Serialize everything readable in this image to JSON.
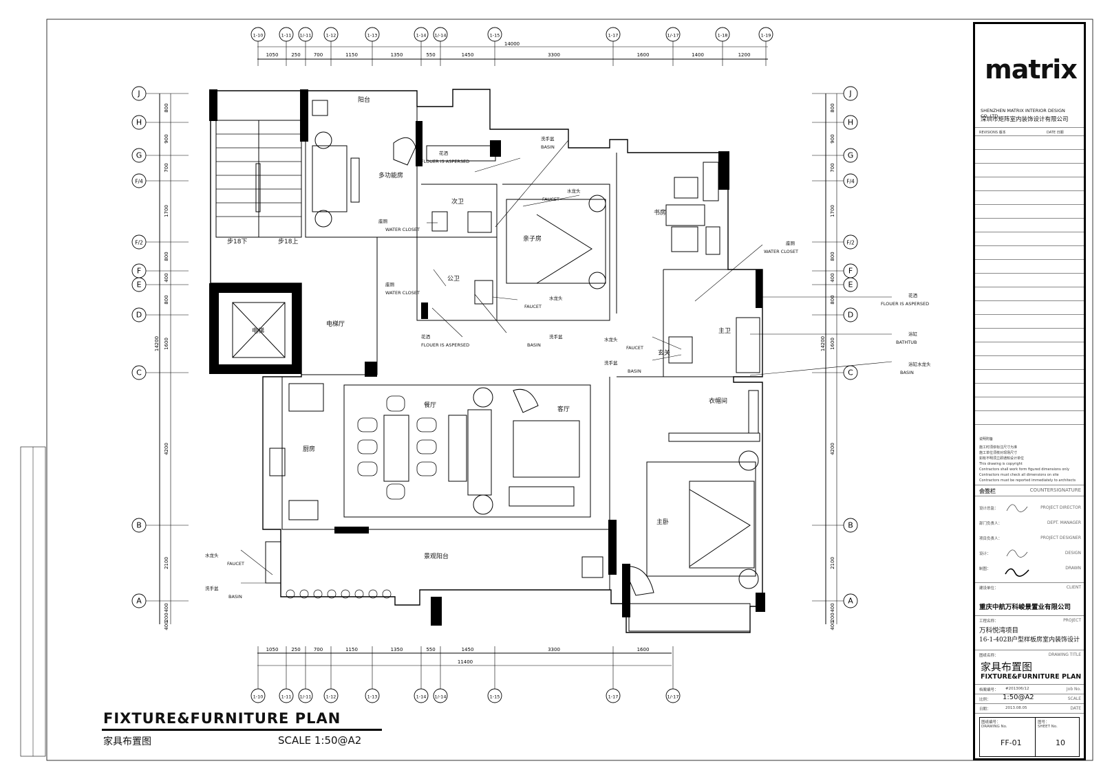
{
  "grid_top": [
    "1-10",
    "1-11",
    "1/-11",
    "1-12",
    "1-13",
    "1-14",
    "1/-14",
    "1-15",
    "1-17",
    "1/-17",
    "1-18",
    "1-19"
  ],
  "grid_bottom": [
    "1-10",
    "1-11",
    "1/-11",
    "1-12",
    "1-13",
    "1-14",
    "1/-14",
    "1-15",
    "1-17",
    "1/-17"
  ],
  "dims_top": [
    "1050",
    "250",
    "700",
    "1150",
    "1350",
    "550",
    "1450",
    "3300",
    "1600",
    "1400",
    "1200"
  ],
  "dims_top_total": "14000",
  "dims_bottom": [
    "1050",
    "250",
    "700",
    "1150",
    "1350",
    "550",
    "1450",
    "3300",
    "1600"
  ],
  "dims_bottom_total": "11400",
  "grid_rows": [
    "J",
    "H",
    "G",
    "F/4",
    "F/2",
    "F",
    "E",
    "D",
    "C",
    "B",
    "A"
  ],
  "dims_side": [
    "800",
    "900",
    "700",
    "1700",
    "800",
    "400",
    "800",
    "1600",
    "4200",
    "2100",
    "400",
    "200",
    "400"
  ],
  "dims_side_total": "14200",
  "rooms": {
    "balcony": "阳台",
    "multi_room": "多功能房",
    "second_bath": "次卫",
    "kids_room": "亲子房",
    "study": "书房",
    "stair_down": "步18下",
    "stair_up": "步18上",
    "public_bath": "公卫",
    "lift": "电梯",
    "lift_hall": "电梯厅",
    "foyer": "玄关",
    "master_bath": "主卫",
    "dining": "餐厅",
    "living": "客厅",
    "kitchen": "厨房",
    "closet": "衣帽间",
    "master_bed": "主卧",
    "view_balcony": "景观阳台"
  },
  "tags": {
    "basin": "BASIN",
    "basin_cn": "洗手盆",
    "faucet": "FAUCET",
    "faucet_cn": "水龙头",
    "wc": "WATER CLOSET",
    "wc_cn": "座厕",
    "flower": "FLOUER IS ASPERSED",
    "flower_cn": "花洒",
    "bathtub": "BATHTUB",
    "bathtub_cn": "浴缸",
    "tub_faucet_cn": "浴缸水龙头"
  },
  "titleblock": {
    "logo": "matrix",
    "company_en": "SHENZHEN MATRIX INTERIOR DESIGN CO.,LTD",
    "company_cn": "深圳市矩阵室内装饰设计有限公司",
    "rev_label": "REVISIONS 版本",
    "date_label": "DATE 日期",
    "notes_title": "说明附备",
    "notes": "施工时须依标注尺寸为准\n施工单位须核对现场尺寸\n如有不明须立即通知设计单位\nThis drawing is copyright\nContractors shall work form figured dimensions only\nContractors must check all dimensions on site\nContractors must be reported immediately to architects",
    "countersign_cn": "会签栏",
    "countersign_en": "COUNTERSIGNATURE",
    "r1_cn": "设计总监：",
    "r1_en": "PROJECT DIRECTOR",
    "r2_cn": "部门负责人：",
    "r2_en": "DEPT. MANAGER",
    "r3_cn": "项目负责人：",
    "r3_en": "PROJECT DESIGNER",
    "r4_cn": "设计：",
    "r4_en": "DESIGN",
    "r5_cn": "制图：",
    "r5_en": "DRAWN",
    "client_cn": "建设单位：",
    "client_en": "CLIENT",
    "client": "重庆中航万科峻景置业有限公司",
    "project_cn": "工程名称：",
    "project_en": "PROJECT",
    "project1": "万科悦湾项目",
    "project2": "16-1-402B户型样板房室内装饰设计",
    "dtitle_cn": "图纸名称：",
    "dtitle_en": "DRAWING TITLE",
    "dtitle1": "家具布置图",
    "dtitle2": "FIXTURE&FURNITURE PLAN",
    "job_cn": "档案编号：",
    "job_en": "Job No.",
    "job": "#201306/12",
    "scale_cn": "比例：",
    "scale_en": "SCALE",
    "scale": "1:50@A2",
    "date_cn": "日期：",
    "date_en": "DATE",
    "date": "2013.08.05",
    "dno_cn": "图纸编号：",
    "dno_en": "DRAWING No.",
    "dwgno": "FF-01",
    "sno_cn": "图号：",
    "sno_en": "SHEET No.",
    "sheetno": "10"
  },
  "title_en": "FIXTURE&FURNITURE PLAN",
  "title_cn": "家具布置图",
  "title_scale": "SCALE  1:50@A2"
}
